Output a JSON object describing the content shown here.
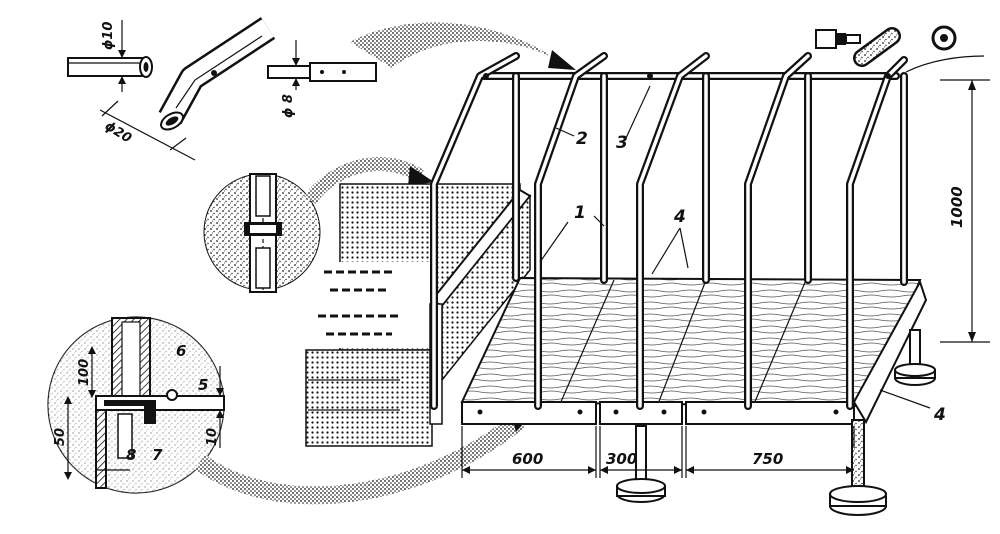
{
  "callouts": {
    "part_1": "1",
    "part_2": "2",
    "part_3": "3",
    "part_4_top": "4",
    "part_4_right": "4",
    "part_5": "5",
    "part_6": "6",
    "part_7": "7",
    "part_8": "8"
  },
  "dimensions": {
    "height_total": "1000",
    "span_left": "600",
    "span_middle": "300",
    "span_right": "750",
    "detail_offset": "100",
    "detail_height": "50",
    "detail_gap": "10",
    "pipe_d10": "ϕ10",
    "pipe_d20": "ϕ20",
    "pin_d8": "ϕ 8"
  }
}
